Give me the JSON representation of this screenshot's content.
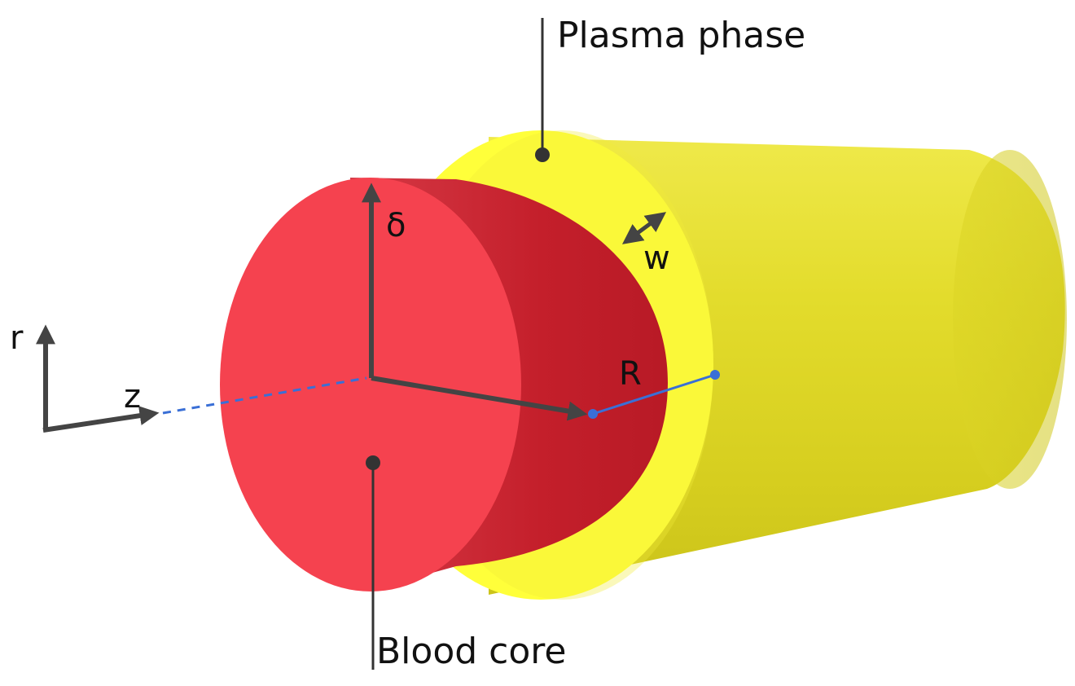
{
  "labels": {
    "plasma_phase": "Plasma phase",
    "blood_core": "Blood core",
    "delta": "δ",
    "w": "w",
    "R": "R",
    "r_axis": "r",
    "z_axis": "z"
  },
  "colors": {
    "plasma": "#e6e22a",
    "plasma_face": "#ffff33",
    "core_side": "#c8202c",
    "core_face": "#f54552",
    "arrow": "#444444",
    "radius_line": "#3a6fd6",
    "leader": "#333333"
  }
}
